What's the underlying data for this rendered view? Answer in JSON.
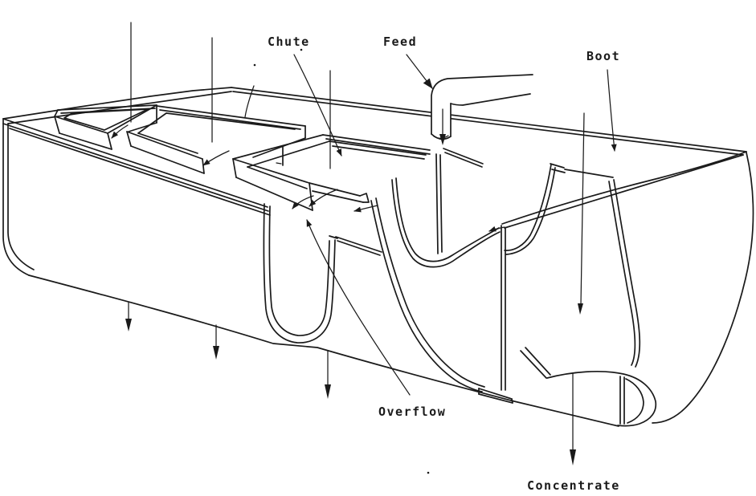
{
  "figure": {
    "type": "technical-line-drawing",
    "description": "Cutaway isometric drawing of a trough classifier showing chutes, feed pipe and boot",
    "labels": {
      "chute": "Chute",
      "feed": "Feed",
      "boot": "Boot",
      "overflow": "Overflow",
      "concentrate": "Concentrate"
    },
    "flow_arrows": [
      "down-into-chute-1-arrow",
      "down-into-chute-2-arrow",
      "down-into-chute-3-arrow",
      "spill-over-chute-1-lip-arrow",
      "spill-over-chute-2-lip-arrow",
      "spill-over-chute-3-lip-arrow",
      "overflow-curl-arrow",
      "left-along-trough-arrow",
      "left-at-cut-edge-arrow",
      "feed-down-pipe-arrow",
      "spigot-discharge-arrow-1",
      "spigot-discharge-arrow-2",
      "spigot-discharge-arrow-3",
      "drop-into-boot-arrow",
      "concentrate-discharge-arrow"
    ],
    "colors": {
      "ink": "#1a1a1a",
      "paper": "#ffffff"
    }
  }
}
